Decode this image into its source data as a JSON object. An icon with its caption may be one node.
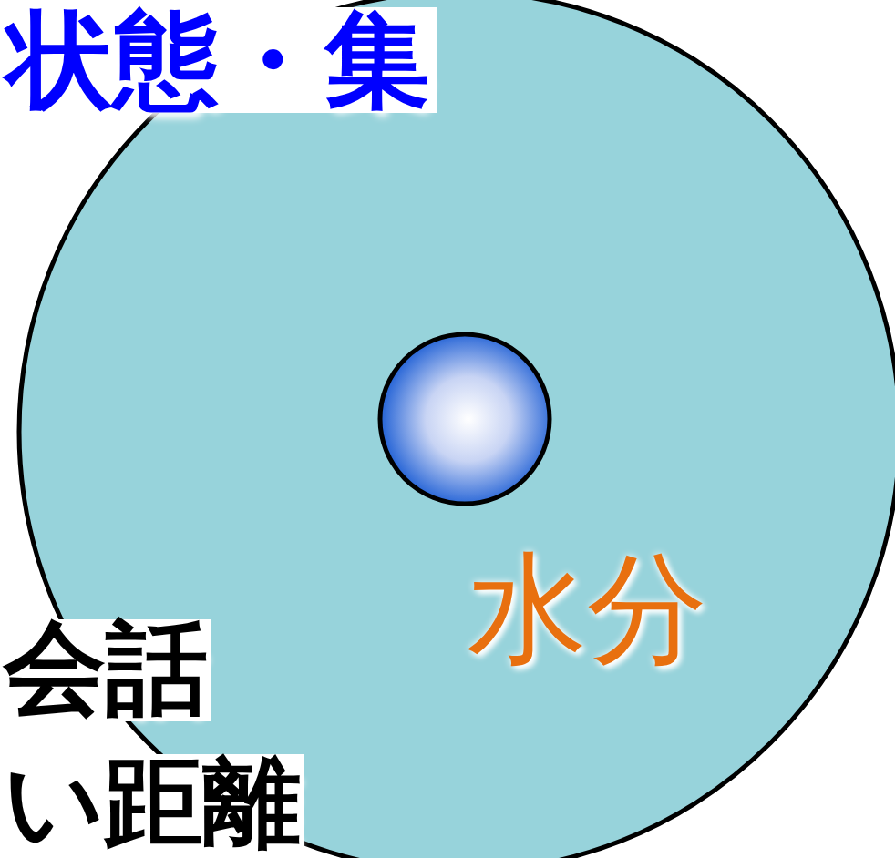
{
  "diagram": {
    "title": "状態・集",
    "nodes": [
      {
        "text": [
          "水分"
        ]
      },
      {
        "text": [],
        "shape": "circle",
        "in": 0
      }
    ],
    "labels": [
      "会話",
      "い距離"
    ]
  }
}
